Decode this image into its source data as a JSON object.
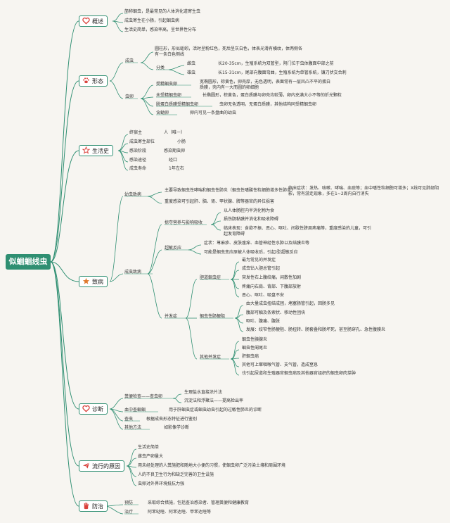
{
  "title": "似蛔蛔线虫",
  "colors": {
    "accent": "#2f8f72",
    "icon": "#d9403a",
    "line": "#2f8f72",
    "bg": "#f7f5f1"
  },
  "sections": {
    "gaishu": {
      "label": "概述",
      "icon": "heart-icon"
    },
    "xingtai": {
      "label": "形态",
      "icon": "paw-icon"
    },
    "shenghuo": {
      "label": "生活史",
      "icon": "star-outline-icon"
    },
    "zhibing": {
      "label": "致病",
      "icon": "star-filled-icon"
    },
    "zhenduan": {
      "label": "诊断",
      "icon": "heart-icon"
    },
    "liuxing": {
      "label": "流行的原因",
      "icon": "paper-plane-icon"
    },
    "fangzhi": {
      "label": "防治",
      "icon": "hand-icon"
    }
  },
  "gaishu": [
    "简称蛔虫，是最常见的人体消化道寄生虫",
    "成虫寄生在小肠，引起蛔虫病",
    "生活史简单，感染率高，呈世界性分布"
  ],
  "xingtai": {
    "chengchong": "成虫",
    "cc_desc": "圆柱形，形似蚯蚓，活时呈粉红色，死后呈灰白色，体表光滑有横纹，体两侧各有一条白色侧线",
    "fenlei": "分类",
    "ci": "雌虫",
    "ci_desc": "长20-35cm，生殖系统为双管型，阴门位于虫体腹面中部之前",
    "xiong": "雄虫",
    "xiong_desc": "长15-31cm，尾部向腹面弯曲，生殖系统为单管系统，镰刀状交合刺",
    "chongluan": "虫卵",
    "shoujing": "受精蛔虫卵",
    "shoujing_desc": "宽椭圆形，棕黄色，卵壳厚，无色透明，表面常有一层凹凸不平的蛋白质膜，壳内有一大而圆的卵细胞",
    "weishoujing": "未受精蛔虫卵",
    "weishoujing_desc": "长椭圆形，棕黄色，蛋白质膜与卵壳均较薄，卵内充满大小不等的折光颗粒",
    "tuo": "脱蛋白质膜受精蛔虫卵",
    "tuo_desc": "虫卵无色透明，无蛋白质膜，其他结构同受精蛔虫卵",
    "hanyou": "含蚴卵",
    "hanyou_desc": "卵内可见一条盘曲的幼虫"
  },
  "shenghuo": [
    {
      "k": "终宿主",
      "v": "人（唯一）"
    },
    {
      "k": "成虫寄生部位",
      "v": "小肠"
    },
    {
      "k": "感染阶段",
      "v": "感染期虫卵"
    },
    {
      "k": "感染途径",
      "v": "经口"
    },
    {
      "k": "成虫寿命",
      "v": "1年左右"
    }
  ],
  "zhibing": {
    "youchong": "幼虫致病",
    "yc1": "主要导致蛔虫性哮喘和蛔虫性肺炎（蛔虫性嗜酸性粒细胞增多性肺炎）",
    "yc1_desc": "临床症状：发热、咳嗽、哮喘、血痰等；血中嗜性粒细胞可增多；X线可见肺部阴影，常有游走现象，多在1~2周内自行消失",
    "yc2": "重度感染可引起肝、脑、肾、甲状腺、脾等器官的异位损害",
    "chengchong": "成虫致病",
    "lve": "掠夺营养与影响吸收",
    "lve1": "以人体肠腔内半消化物为食",
    "lve2": "损伤肠黏膜并消化和吸收障碍",
    "lve3": "临床表现：食欲不振、恶心、呕吐、间歇性脐周疼痛等，重度感染的儿童，可引起发育障碍",
    "chao": "超敏反应",
    "chao1": "症状：荨麻疹、皮肤瘙痒、血管神经性水肿以及结膜炎等",
    "chao2": "可能是蛔虫变应原被人体吸收后，引起I型超敏反应",
    "bing": "并发症",
    "dan": "胆道蛔虫症",
    "dan_list": [
      "最为常见的并发症",
      "成虫钻入胆总管引起",
      "突发性右上腹绞痛，闲散性加剧",
      "疼痛向右肩、背部、下腹部放射",
      "恶心、呕吐、吸盘不安"
    ],
    "chang": "蛔虫性肠梗阻",
    "chang_list": [
      "由大量成虫扭结成团，堵塞肠管引起，回肠多见",
      "腹部可触及条索状、移动性团块",
      "呕吐、腹痛、腹胀",
      "发展：绞窄性肠梗阻、肠扭转、肠套叠和肠坏死，甚至肠穿孔、急性腹膜炎"
    ],
    "qita": "其他并发症",
    "qita_list": [
      "蛔虫性胰腺炎",
      "蛔虫性阑尾炎",
      "肝蛔虫病",
      "其他可上窜咽喉气管、支气管，造成窒息",
      "也引起尿道和生殖器官蛔虫病及其他器官组织的蛔虫卵肉芽肿"
    ]
  },
  "zhenduan": {
    "fenbian": "粪便检查——查虫卵",
    "fenbian1": "生理盐水直接涂片法",
    "fenbian2": "沉淀法和浮聚法——提高检出率",
    "xie": "血中查蛔蛔",
    "xie_desc": "用于肝蛔虫症或蛔虫幼虫引起的过敏性肺炎的诊断",
    "chachong": "查虫",
    "chachong_desc": "根据成虫形态特征进行鉴别",
    "qita": "其他方法",
    "qita_desc": "如影像学诊断"
  },
  "liuxing": [
    "生活史简单",
    "雌虫产卵量大",
    "用未经处理的人粪施肥和随地大小便的习惯，使蛔虫卵广泛污染土壤和周围环境",
    "人的不良卫生行为和缺乏完善的卫生设施",
    "虫卵对外界环境抵抗力强"
  ],
  "fangzhi": [
    {
      "k": "预防",
      "v": "采取综合措施，包括查治感染者、管理粪便和健康教育"
    },
    {
      "k": "治疗",
      "v": "阿苯哒唑、阿苯达唑、甲苯达唑等"
    }
  ]
}
